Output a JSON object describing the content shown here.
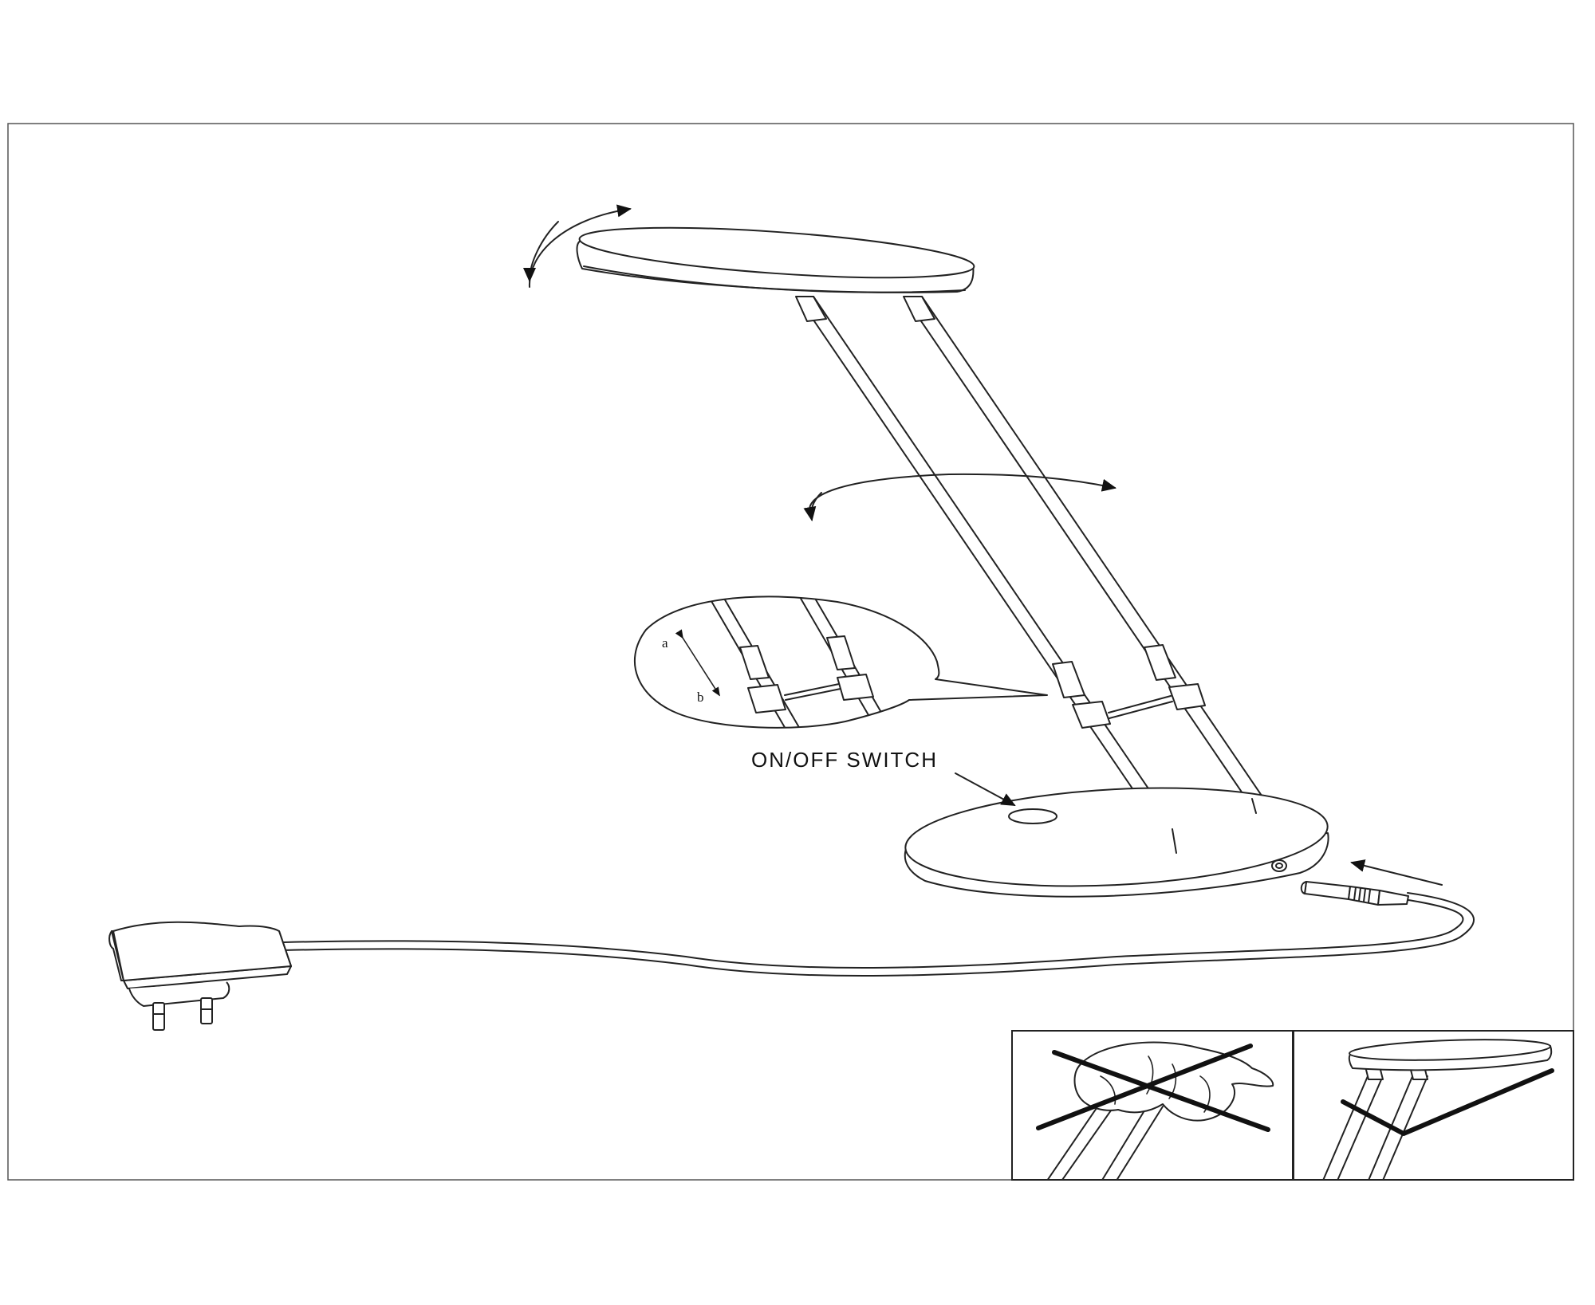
{
  "labels": {
    "switch": "ON/OFF SWITCH",
    "a": "a",
    "b": "b"
  },
  "icons": {
    "head_rotation": "curved-double-arrow-icon",
    "arm_rotation": "curved-double-arrow-icon",
    "height_adjust": "double-headed-arrow-icon",
    "plug_in": "arrow-icon",
    "wrong_handling": "cross-icon",
    "correct_handling": "check-mark-icon"
  },
  "colors": {
    "line": "#222222",
    "background": "#ffffff"
  }
}
